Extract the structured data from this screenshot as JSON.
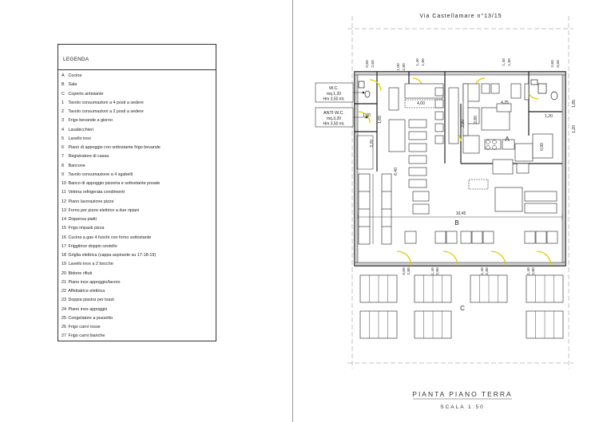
{
  "legend": {
    "title": "LEGENDA",
    "items": [
      {
        "key": "A",
        "text": "Cucina"
      },
      {
        "key": "B",
        "text": "Sala"
      },
      {
        "key": "C",
        "text": "Coperto antistante"
      },
      {
        "key": "1",
        "text": "Tavolo consumazioni a 4 posti a sedere"
      },
      {
        "key": "2",
        "text": "Tavolo consumazioni a 2 posti a sedere"
      },
      {
        "key": "3",
        "text": "Frigo bevande a giorno"
      },
      {
        "key": "4",
        "text": "Lavabicchieri"
      },
      {
        "key": "5",
        "text": "Lavello inox"
      },
      {
        "key": "6",
        "text": "Piano di appoggio con sottostante frigo bevande"
      },
      {
        "key": "7",
        "text": "Registratore di cassa"
      },
      {
        "key": "8",
        "text": "Bancone"
      },
      {
        "key": "9",
        "text": "Tavolo consumazione a 4 sgabelli"
      },
      {
        "key": "10",
        "text": "Banco di appoggio pizzeria e sottostante posate"
      },
      {
        "key": "11",
        "text": "Vetrina refrigerata condimenti"
      },
      {
        "key": "12",
        "text": "Piano lavorazione pizze"
      },
      {
        "key": "13",
        "text": "Forno per pizze elettrico a due ripiani"
      },
      {
        "key": "14",
        "text": "Dispensa piatti"
      },
      {
        "key": "15",
        "text": "Frigo impasti pizza"
      },
      {
        "key": "16",
        "text": "Cucina a gas 4 fuochi con forno sottostante"
      },
      {
        "key": "17",
        "text": "Friggitrice doppio cestello"
      },
      {
        "key": "18",
        "text": "Griglia elettrica (cappa aspirante su 17-18-19)"
      },
      {
        "key": "19",
        "text": "Lavello inox a 2 bocche"
      },
      {
        "key": "20",
        "text": "Bidone rifiuti"
      },
      {
        "key": "21",
        "text": "Piano inox appoggio/lavoro"
      },
      {
        "key": "22",
        "text": "Affettatrice elettrica"
      },
      {
        "key": "23",
        "text": "Doppia piastra per toast"
      },
      {
        "key": "24",
        "text": "Piano inox appoggio"
      },
      {
        "key": "25",
        "text": "Congelatore a pozzetto"
      },
      {
        "key": "26",
        "text": "Frigo carni rosse"
      },
      {
        "key": "27",
        "text": "Frigo carni bianche"
      }
    ]
  },
  "plan": {
    "street": "Via  Castellamare  n°13/15",
    "wc_label": "W.C.",
    "wc_area": "mq.1,20",
    "wc_height": "Hm 3,50 ml.",
    "anti_wc_label": "ANTI W.C.",
    "anti_wc_area": "mq.3,20",
    "anti_wc_height": "Hm 3,50 ml.",
    "zone_a": "A",
    "zone_b": "B",
    "zone_c": "C",
    "dim_sala": "10,45",
    "dim_cucina": "4,25",
    "dim_bar": "4,00",
    "dim_right": "3,80",
    "dim_mid": "1,65",
    "dim_left": "6,40",
    "dim_wc": "1,85",
    "dim_side": "1,20",
    "dim_kitchen_depth": "2,80",
    "dim_kitchen_right": "0,90",
    "dim_door_a": "0,60",
    "dim_door_b": "2,60",
    "dim_door_c": "1,40",
    "dim_door_d": "1,90",
    "dim_door_e": "1,00",
    "dim_door_f": "2,80",
    "dim_front_a": "0,60",
    "dim_front_b": "2,80",
    "dim_small": "1,00",
    "dim_anti": "3,20",
    "title": "PIANTA  PIANO  TERRA",
    "scale": "SCALA  1:50"
  }
}
